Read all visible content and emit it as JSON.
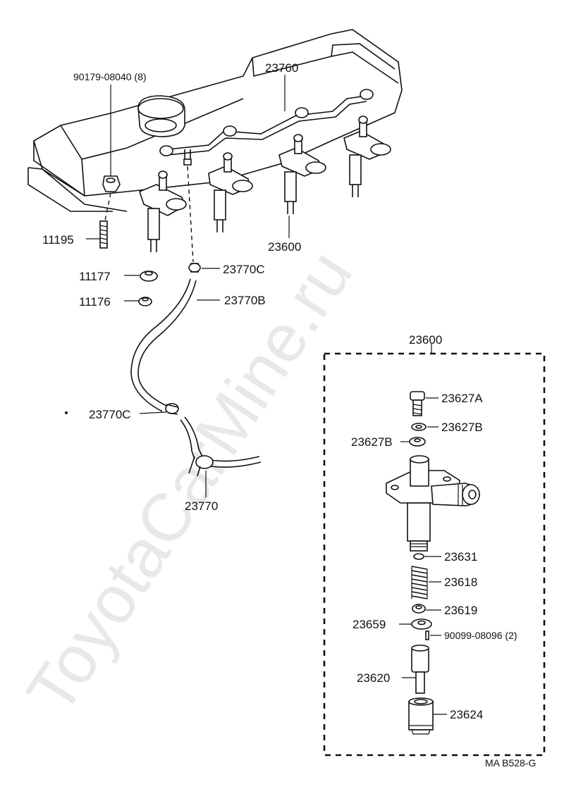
{
  "watermark": "ToyotaCarMine.ru",
  "diagram_code": "MA B528-G",
  "labels": {
    "bolt": "90179-08040 (8)",
    "pipe": "23760",
    "stud": "11195",
    "seal_outer": "11177",
    "seal_inner": "11176",
    "clamp_top": "23770C",
    "hose": "23770B",
    "clamp_mid": "23770C",
    "hose_end": "23770",
    "injector": "23600",
    "kit": "23600",
    "screw": "23627A",
    "washer_a": "23627B",
    "washer_b": "23627B",
    "washer_c": "23631",
    "spring": "23618",
    "spacer": "23619",
    "pin_plate": "23659",
    "pin": "90099-08096 (2)",
    "nozzle": "23620",
    "nut": "23624"
  }
}
